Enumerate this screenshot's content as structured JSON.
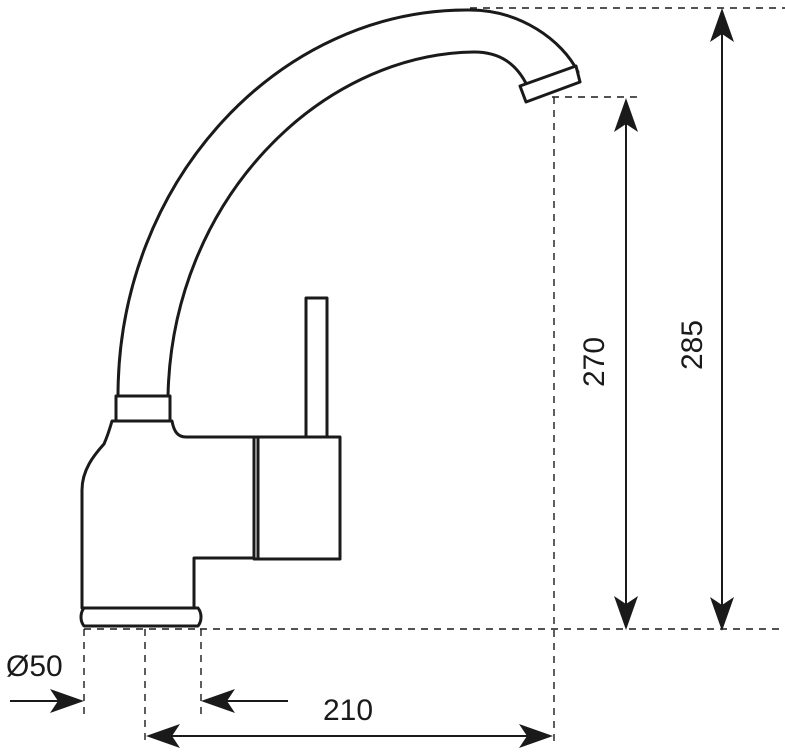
{
  "dimensions": {
    "height_total": "285",
    "height_outlet": "270",
    "reach": "210",
    "base_diameter": "Ø50"
  }
}
